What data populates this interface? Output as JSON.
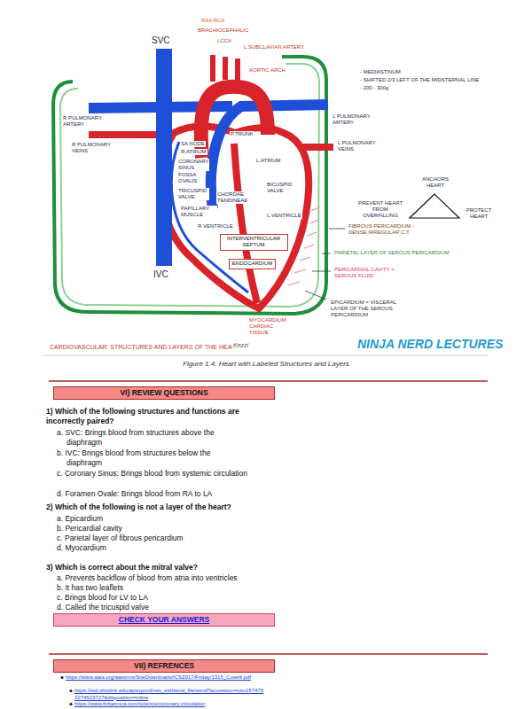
{
  "diagram": {
    "caption": "Figure 1.4. Heart with Labeled Structures and Layers",
    "nodes": [
      {
        "text": [
          "INTERVENTRICULAR SEPTUM"
        ]
      },
      {
        "text": [
          "ENDOCARDIUM"
        ]
      },
      {
        "text": [
          "VI) REVIEW QUESTIONS"
        ]
      },
      {
        "text": [
          "CHECK YOUR ANSWERS"
        ]
      },
      {
        "text": [
          "VII) REFRENCES"
        ]
      }
    ],
    "labels": [
      "SVC",
      "RSA RCA",
      "BRACHIOCEPHALIC",
      "LCCA",
      "L.SUBCLAVIAN ARTERY",
      "AORTIC ARCH",
      "R PULMONARY ARTERY",
      "R PULMONARY VEINS",
      "L PULMONARY ARTERY",
      "L PULMONARY VEINS",
      "P.TRUNK",
      "SA NODE",
      "R.ATRIUM",
      "L.ATRIUM",
      "CORONARY SINUS",
      "FOSSA OVALIS",
      "CHORDAE TENDINEAE",
      "TRICUSPID VALVE",
      "BICUSPID VALVE",
      "PAPILLARY MUSCLE",
      "R.VENTRICLE",
      "L.VENTRICLE",
      "IVC",
      "MYOCARDIUM CARDIAC TISSUE",
      "EPICARDIUM = VISCERAL LAYER OF THE SEROUS PERICARDIUM",
      "PERICARDIAL CAVITY = SEROUS FLUID",
      "PARIETAL LAYER OF SEROUS PERICARDIUM",
      "FIBROUS PERICARDIUM - DENSE IRREGULAR C.T.",
      "ANCHORS HEART",
      "PREVENT HEART FROM OVERFILLING",
      "PROTECT HEART",
      "- MEDIASTINUM",
      "- SHIFTED 2/3 LEFT OF THE MIDSTERNAL LINE",
      "- 200 - 300g",
      "CARDIOVASCULAR: STRUCTURES AND LAYERS OF THE HEART",
      "Kezzi",
      "NINJA NERD LECTURES",
      "1) Which of the following structures and functions are incorrectly paired?",
      "a. SVC: Brings blood from structures above the diaphragm",
      "b. IVC: Brings blood from structures below the diaphragm",
      "c. Coronary Sinus: Brings blood from systemic circulation",
      "d. Foramen Ovale: Brings blood from RA to LA",
      "2) Which of the following is not a layer of the heart?",
      "a. Epicardium",
      "b. Pericardial cavity",
      "c. Parietal layer of fibrous pericardium",
      "d. Myocardium",
      "3) Which is correct about the mitral valve?",
      "a. Prevents backflow of blood from atria into ventricles",
      "b. It has two leaflets",
      "c. Brings blood for LV to LA",
      "d. Called the tricuspid valve",
      "https://www.aats.org/aatsimis/SiteDownloads/ICS2017/Friday/1315_Coselli.pdf",
      "https://etd.ohiolink.edu/apexprod/rws_etd/send_file/send?accession=osu1574792274523727&disposition=inline",
      "https://www.britannica.com/science/coronary-circulation"
    ]
  }
}
